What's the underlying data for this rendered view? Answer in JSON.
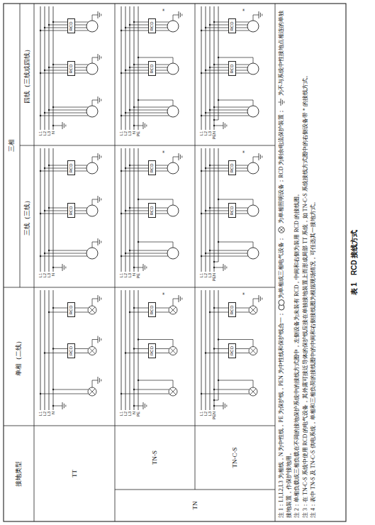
{
  "diagram": {
    "title": "表 1　RCD 接线方式",
    "nodes": [
      {
        "text": [
          "RCD"
        ]
      },
      {
        "text": [
          "RCD"
        ]
      },
      {
        "text": [
          "RCD"
        ]
      },
      {
        "text": [
          "RCD"
        ]
      },
      {
        "text": [
          "RCD"
        ]
      },
      {
        "text": [
          "RCD"
        ]
      },
      {
        "text": [
          "RCD"
        ]
      },
      {
        "text": [
          "RCD"
        ]
      },
      {
        "text": [
          "RCD"
        ]
      },
      {
        "text": [
          "RCD"
        ]
      },
      {
        "text": [
          "RCD"
        ]
      },
      {
        "text": [
          "RCD"
        ]
      },
      {
        "text": [
          "RCD"
        ]
      },
      {
        "text": [
          "RCD"
        ]
      },
      {
        "text": [
          "RCD"
        ]
      },
      {
        "text": [
          "RCD"
        ]
      },
      {
        "text": [
          "RCD"
        ]
      },
      {
        "text": [
          "RCD"
        ]
      }
    ],
    "labels": [
      "接地类型",
      "单相（二线）",
      "三相",
      "三线（三线）",
      "四线（三线或四线）",
      "TT",
      "TN",
      "TN-S",
      "TN-C-S",
      "L1",
      "L2",
      "L3",
      "N",
      "L1",
      "L2",
      "L3",
      "N",
      "L1",
      "L2",
      "L3",
      "N",
      "L1",
      "L2",
      "L3",
      "N",
      "PE",
      "*",
      "L1",
      "L2",
      "L3",
      "N",
      "PE",
      "*",
      "L1",
      "L2",
      "L3",
      "N",
      "PE",
      "*",
      "L1",
      "L2",
      "L3",
      "PEN",
      "*",
      "L1",
      "L2",
      "L3",
      "PEN",
      "*",
      "L1",
      "L2",
      "L3",
      "PEN",
      "*",
      "注 1：L1,L2,L3 为相线，N 为中性线，PE 为保护线，PEN 为中性线和保护线合一；",
      "为单相或三相电气设备；",
      "为单相照明设备；RCD 为剩余电流保护装置；",
      "为不与系统中性接地点相连的单独接地装置，作保护接地用。",
      "注 2：单相负载或三相负载在不同的接地保护系统中的接线方式图中，左侧设备为未装有 RCD，中间和右侧为装用 RCD 的接线图。",
      "注 3：在 TN-C-S 系统中使用 RCD 的电气设备，其外露可接近导体的保护线应接在单独接地装置上而形成局部 TT 系统，如 TN-C-S 系统接线方式图中的右侧设备带 * 的接线方式。",
      "注 4：表中 TN-S 及 TN-C-S 供电系统，单相和三相负荷的接线图中的中间和右侧接线图为根据现场情况，可任选其一接地方式。"
    ]
  }
}
